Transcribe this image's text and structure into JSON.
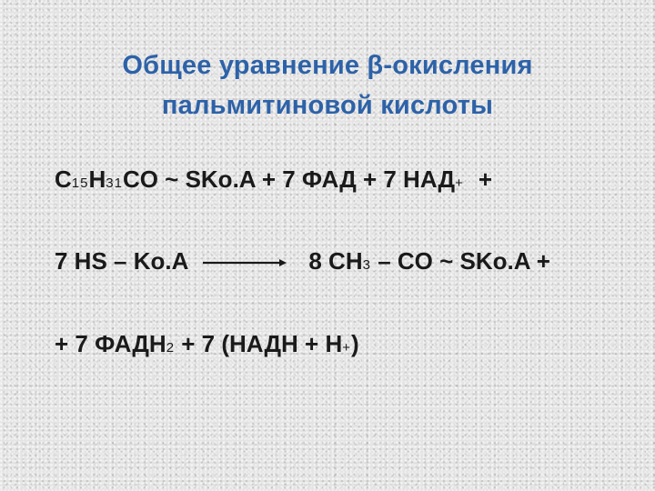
{
  "title": {
    "line1": "Общее уравнение β-окисления",
    "line2": "пальмитиновой кислоты"
  },
  "equation": {
    "line1": {
      "c": "C",
      "c_sub": "15",
      "h": "H",
      "h_sub": "31",
      "rest": "CO ~ SKo.A + 7 ФАД + 7 НАД",
      "nad_sup": "+",
      "plus": "+"
    },
    "line2": {
      "left": "7 HS – Ko.A",
      "ch": "8 CH",
      "ch_sub": "3",
      "right": " – CO ~ SKo.A +"
    },
    "line3": {
      "start": "+ 7 ФАДН",
      "fadh_sub": "2",
      "mid": " + 7 (НАДН + Н",
      "h_sup": "+",
      "end": ")"
    }
  },
  "colors": {
    "title": "#2d62a8",
    "text": "#1a1a1a"
  }
}
